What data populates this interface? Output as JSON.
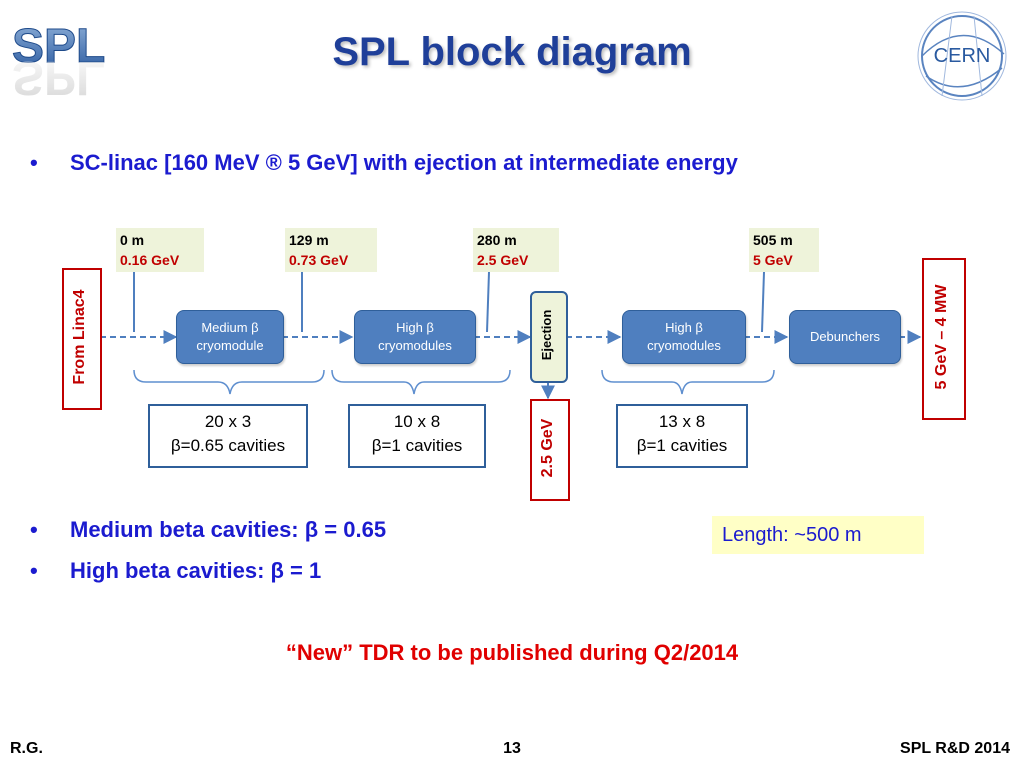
{
  "header": {
    "logo_text": "SPL",
    "title": "SPL block diagram",
    "cern_logo_text": "CERN"
  },
  "bullets_top": [
    {
      "dot": "•",
      "text": "SC-linac [160 MeV ® 5 GeV] with ejection at intermediate energy"
    }
  ],
  "diagram": {
    "source_label": "From Linac4",
    "positions": [
      {
        "distance": "0 m",
        "energy": "0.16 GeV"
      },
      {
        "distance": "129 m",
        "energy": "0.73 GeV"
      },
      {
        "distance": "280 m",
        "energy": "2.5 GeV"
      },
      {
        "distance": "505 m",
        "energy": "5 GeV"
      }
    ],
    "modules": [
      {
        "line1": "Medium β",
        "line2": "cryomodule"
      },
      {
        "line1": "High β",
        "line2": "cryomodules"
      },
      {
        "line1": "High β",
        "line2": "cryomodules"
      },
      {
        "line1": "Debunchers",
        "line2": ""
      }
    ],
    "ejection_label": "Ejection",
    "ejection_output": "2.5 GeV",
    "final_output": "5 GeV – 4 MW",
    "cavities": [
      {
        "line1": "20 x 3",
        "line2": "β=0.65 cavities"
      },
      {
        "line1": "10 x 8",
        "line2": "β=1 cavities"
      },
      {
        "line1": "13 x 8",
        "line2": "β=1 cavities"
      }
    ]
  },
  "bullets_bottom": [
    {
      "dot": "•",
      "text": "Medium beta cavities: β = 0.65"
    },
    {
      "dot": "•",
      "text": "High beta cavities: β = 1"
    }
  ],
  "length_note": "Length: ~500 m",
  "announcement": "“New” TDR to be published during Q2/2014",
  "footer": {
    "author": "R.G.",
    "page_number": "13",
    "event": "SPL R&D 2014"
  },
  "colors": {
    "title_blue": "#1f3f99",
    "text_blue": "#1b1bcf",
    "module_blue": "#4f7fbf",
    "energy_red": "#c00000",
    "highlight_yellow": "#ffffc6",
    "label_green": "#eef3da"
  }
}
